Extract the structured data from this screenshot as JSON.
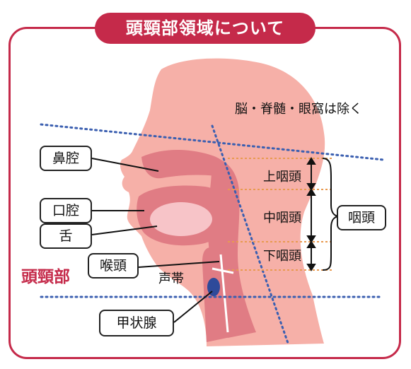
{
  "title": "頭頸部領域について",
  "exclusion_note": "脳・脊髄・眼窩は除く",
  "region_label": "頭頸部",
  "labels": {
    "nasal_cavity": "鼻腔",
    "oral_cavity": "口腔",
    "tongue": "舌",
    "larynx": "喉頭",
    "thyroid": "甲状腺",
    "vocal_cord": "声帯",
    "pharynx": "咽頭"
  },
  "pharynx_segments": {
    "upper": "上咽頭",
    "middle": "中咽頭",
    "lower": "下咽頭"
  },
  "colors": {
    "accent": "#c52a4a",
    "skin": "#f6b0a8",
    "tissue": "#e07c84",
    "guide_blue": "#3b5fb0",
    "guide_orange": "#e89a50",
    "thyroid": "#2e4a9a"
  }
}
